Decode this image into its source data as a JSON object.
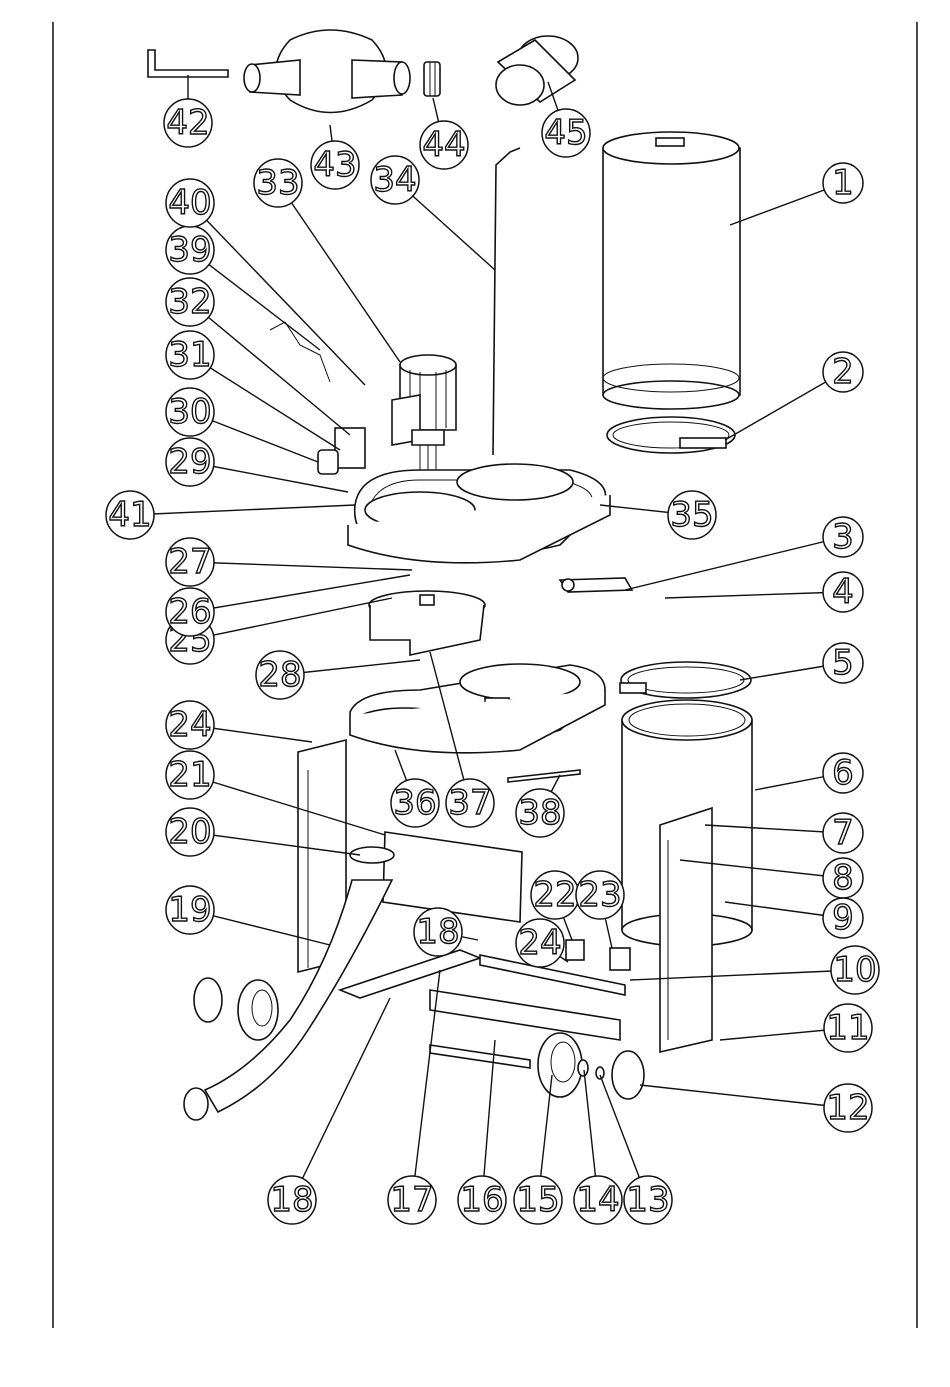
{
  "diagram": {
    "kind": "exploded parts view",
    "callouts": [
      "1",
      "2",
      "3",
      "4",
      "5",
      "6",
      "7",
      "8",
      "9",
      "10",
      "11",
      "12",
      "13",
      "14",
      "15",
      "16",
      "17",
      "18",
      "18",
      "19",
      "20",
      "21",
      "22",
      "23",
      "24",
      "24",
      "25",
      "26",
      "27",
      "28",
      "29",
      "30",
      "31",
      "32",
      "33",
      "34",
      "35",
      "36",
      "37",
      "38",
      "39",
      "40",
      "41",
      "42",
      "43",
      "44",
      "45"
    ]
  }
}
